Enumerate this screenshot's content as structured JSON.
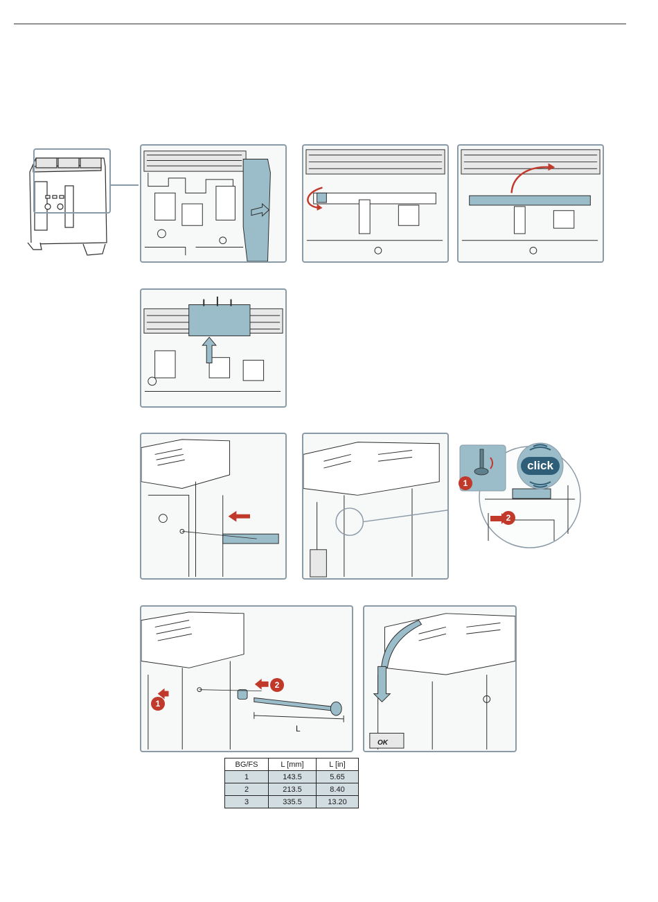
{
  "colors": {
    "accent": "#9bbcc9",
    "frame": "#8a9aa6",
    "badge": "#c0392b",
    "line": "#2b2b2b"
  },
  "figures": {
    "length_label": "L",
    "callout_click": "click",
    "step_badges": [
      "1",
      "2"
    ],
    "ok_mark": "OK"
  },
  "table": {
    "headers": [
      "BG/FS",
      "L [mm]",
      "L [in]"
    ],
    "rows": [
      [
        "1",
        "143.5",
        "5.65"
      ],
      [
        "2",
        "213.5",
        "8.40"
      ],
      [
        "3",
        "335.5",
        "13.20"
      ]
    ]
  }
}
